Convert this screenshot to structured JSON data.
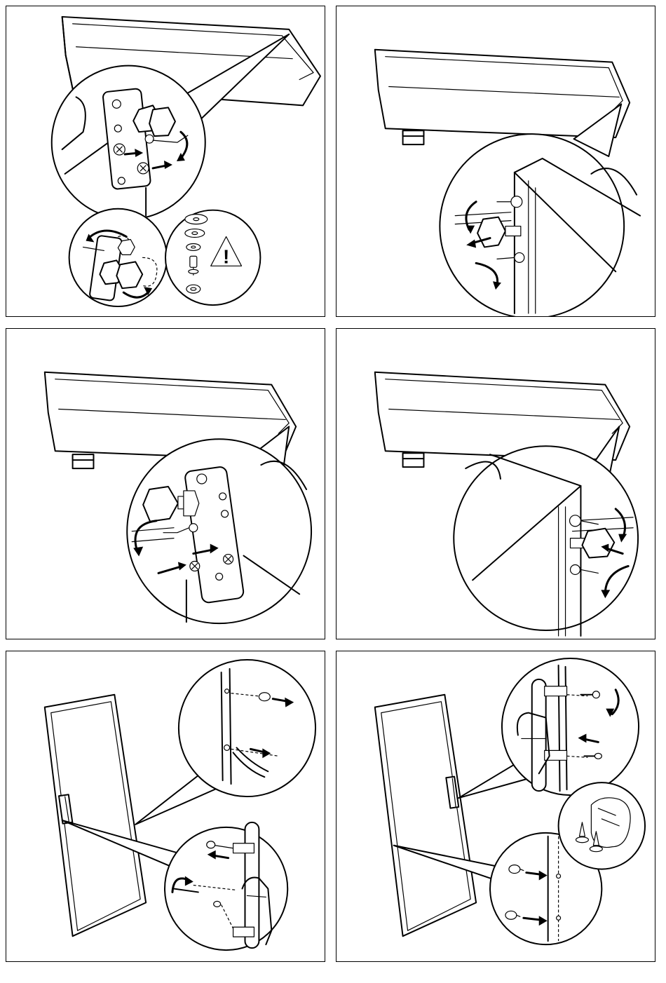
{
  "figure": {
    "panels": [
      {
        "id": "panel-1",
        "subject": "door-hinge-removal-and-parts"
      },
      {
        "id": "panel-2",
        "subject": "hinge-pin-removal"
      },
      {
        "id": "panel-3",
        "subject": "hinge-bracket-refit"
      },
      {
        "id": "panel-4",
        "subject": "hinge-pin-refit"
      },
      {
        "id": "panel-5",
        "subject": "door-handle-removal"
      },
      {
        "id": "panel-6",
        "subject": "door-handle-refit"
      }
    ],
    "symbols": {
      "warning": "!"
    },
    "colors": {
      "line": "#000000",
      "background": "#ffffff"
    }
  }
}
